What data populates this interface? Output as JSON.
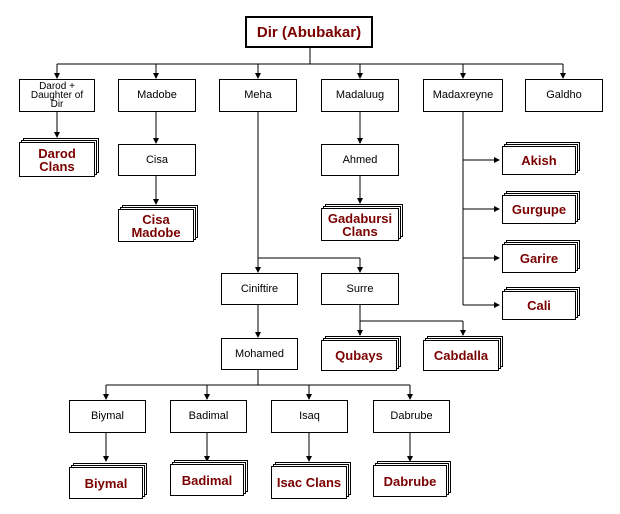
{
  "title": "Dir (Abubakar)",
  "level1": {
    "darod": "Darod + Daughter of Dir",
    "madobe": "Madobe",
    "meha": "Meha",
    "madaluug": "Madaluug",
    "madaxreyne": "Madaxreyne",
    "galdho": "Galdho"
  },
  "level2": {
    "cisa": "Cisa",
    "ahmed": "Ahmed",
    "ciniftire": "Ciniftire",
    "surre": "Surre",
    "mohamed": "Mohamed"
  },
  "level3": {
    "biymal": "Biymal",
    "badimal": "Badimal",
    "isaq": "Isaq",
    "dabrube": "Dabrube"
  },
  "clans": {
    "darod": "Darod Clans",
    "cisa_madobe": "Cisa Madobe",
    "gadabursi": "Gadabursi Clans",
    "akish": "Akish",
    "gurgupe": "Gurgupe",
    "garire": "Garire",
    "cali": "Cali",
    "qubays": "Qubays",
    "cabdalla": "Cabdalla",
    "biymal": "Biymal",
    "badimal": "Badimal",
    "isac": "Isac Clans",
    "dabrube": "Dabrube"
  },
  "colors": {
    "clan_text": "#7a0000",
    "line": "#000000"
  }
}
